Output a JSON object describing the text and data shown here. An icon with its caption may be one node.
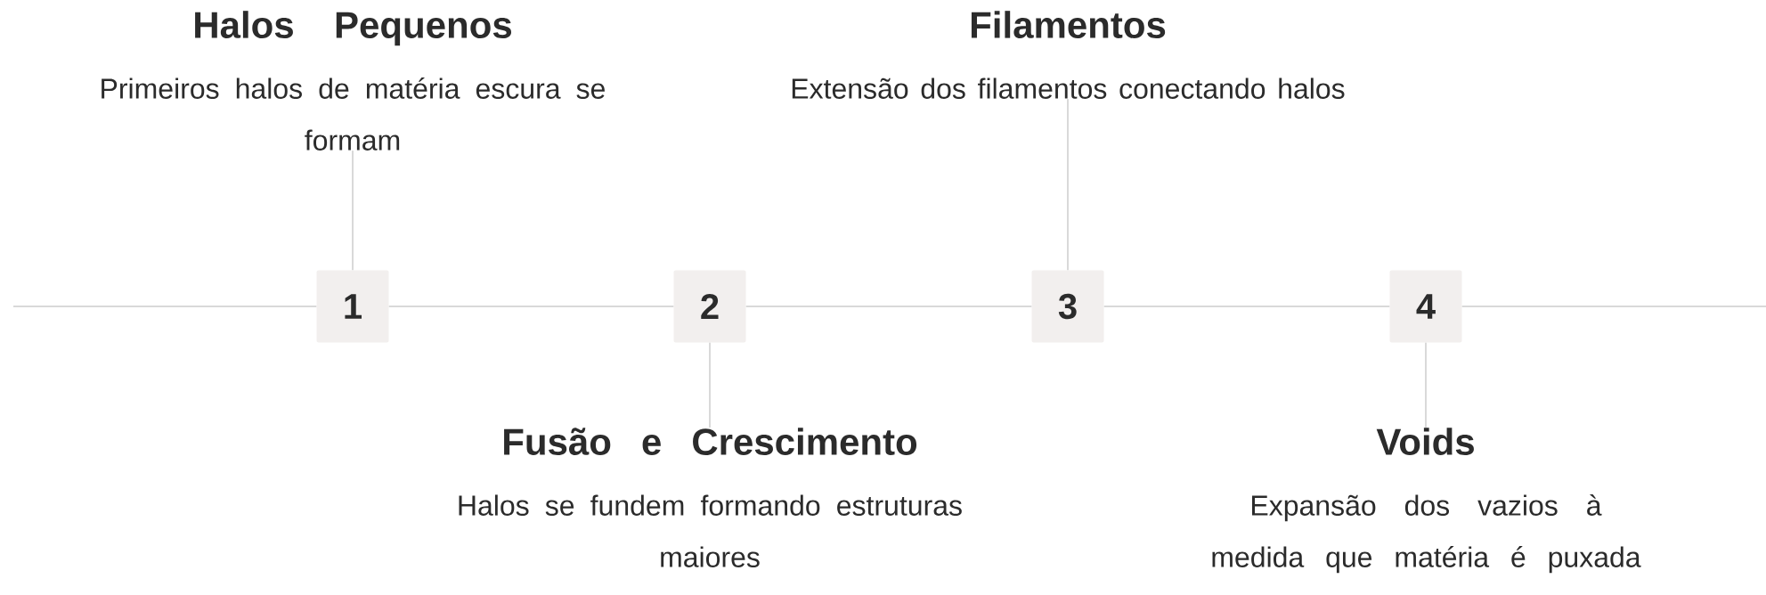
{
  "diagram": {
    "nodes": [
      {
        "text": [
          "Halos Pequenos",
          "Primeiros halos de matéria escura se formam"
        ]
      },
      {
        "text": [
          "1"
        ]
      },
      {
        "text": [
          "Fusão e Crescimento",
          "Halos se fundem formando estruturas maiores"
        ]
      },
      {
        "text": [
          "2"
        ]
      },
      {
        "text": [
          "Filamentos",
          "Extensão dos filamentos conectando halos"
        ]
      },
      {
        "text": [
          "3"
        ]
      },
      {
        "text": [
          "Voids",
          "Expansão dos vazios à medida que matéria é puxada"
        ]
      },
      {
        "text": [
          "4"
        ]
      }
    ],
    "edges": [
      {
        "from": null,
        "to": 1,
        "arrow": "none"
      },
      {
        "from": 1,
        "to": 3,
        "arrow": "none"
      },
      {
        "from": 3,
        "to": 5,
        "arrow": "none"
      },
      {
        "from": 5,
        "to": 7,
        "arrow": "none"
      },
      {
        "from": 7,
        "to": null,
        "arrow": "none"
      },
      {
        "from": 0,
        "to": 1,
        "arrow": "none"
      },
      {
        "from": 3,
        "to": 2,
        "arrow": "none"
      },
      {
        "from": 4,
        "to": 5,
        "arrow": "none"
      },
      {
        "from": 7,
        "to": 6,
        "arrow": "none"
      }
    ]
  }
}
